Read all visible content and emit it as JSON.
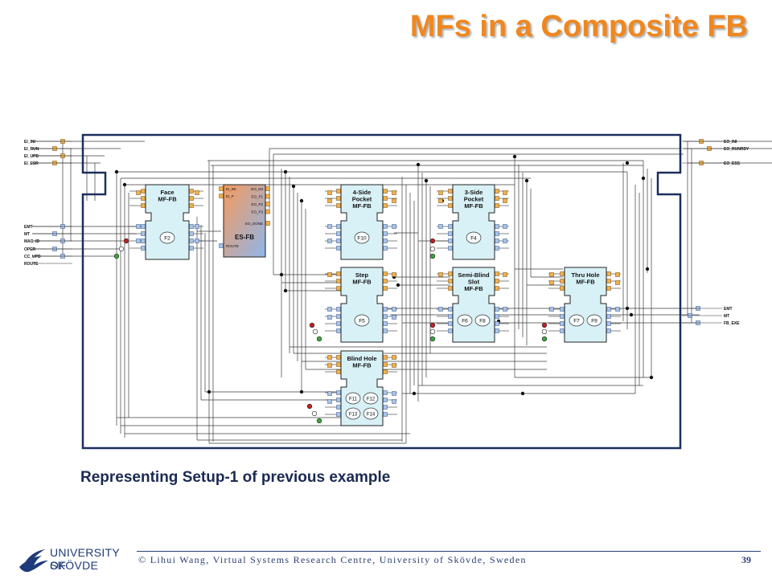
{
  "slide": {
    "title": "MFs in a Composite FB",
    "caption": "Representing Setup-1 of previous example",
    "footer": "© Lihui Wang, Virtual Systems Research Centre, University of Skövde, Sweden",
    "page_number": "39",
    "logo_line1": "UNIVERSITY OF",
    "logo_line2": "SKÖVDE"
  },
  "diagram": {
    "left_inputs": [
      "EI_INI",
      "EI_RUN",
      "EI_UPD",
      "EI_ESR",
      "EMT",
      "MT",
      "MAC_ID",
      "OPER",
      "CC_UPD",
      "ROUTE"
    ],
    "right_outputs": [
      "EO_INI",
      "EO_RUNRDY",
      "EO_ESS",
      "EMT",
      "MT",
      "FB_EXE"
    ],
    "blocks": [
      {
        "id": "face",
        "title1": "Face",
        "title2": "MF-FB",
        "title3": "",
        "features": [
          "F2"
        ]
      },
      {
        "id": "es",
        "title1": "ES-FB",
        "title2": "",
        "title3": "",
        "features": []
      },
      {
        "id": "pocket4",
        "title1": "4-Side",
        "title2": "Pocket",
        "title3": "MF-FB",
        "features": [
          "F10"
        ]
      },
      {
        "id": "pocket3",
        "title1": "3-Side",
        "title2": "Pocket",
        "title3": "MF-FB",
        "features": [
          "F4"
        ]
      },
      {
        "id": "step",
        "title1": "Step",
        "title2": "MF-FB",
        "title3": "",
        "features": [
          "F5"
        ]
      },
      {
        "id": "slot",
        "title1": "Semi-Blind",
        "title2": "Slot",
        "title3": "MF-FB",
        "features": [
          "F6",
          "F8"
        ]
      },
      {
        "id": "thru",
        "title1": "Thru Hole",
        "title2": "MF-FB",
        "title3": "",
        "features": [
          "F7",
          "F9"
        ]
      },
      {
        "id": "blind",
        "title1": "Blind Hole",
        "title2": "MF-FB",
        "title3": "",
        "features": [
          "F11",
          "F12",
          "F13",
          "F14"
        ]
      }
    ],
    "es_ports_left": [
      "EI_INI",
      "EI_P"
    ],
    "es_ports_right": [
      "EO_INI",
      "EO_P1",
      "EO_P2",
      "EO_P3",
      "EO_DONE"
    ],
    "es_route": "ROUTE"
  },
  "colors": {
    "title": "#f0871e",
    "block_fill": "#d8f1f6",
    "frame": "#1b2f5e",
    "event_port": "#f3b04a",
    "data_port": "#a9c4e8",
    "es_gradient_start": "#f59a5c",
    "es_gradient_end": "#8fb6ea"
  }
}
